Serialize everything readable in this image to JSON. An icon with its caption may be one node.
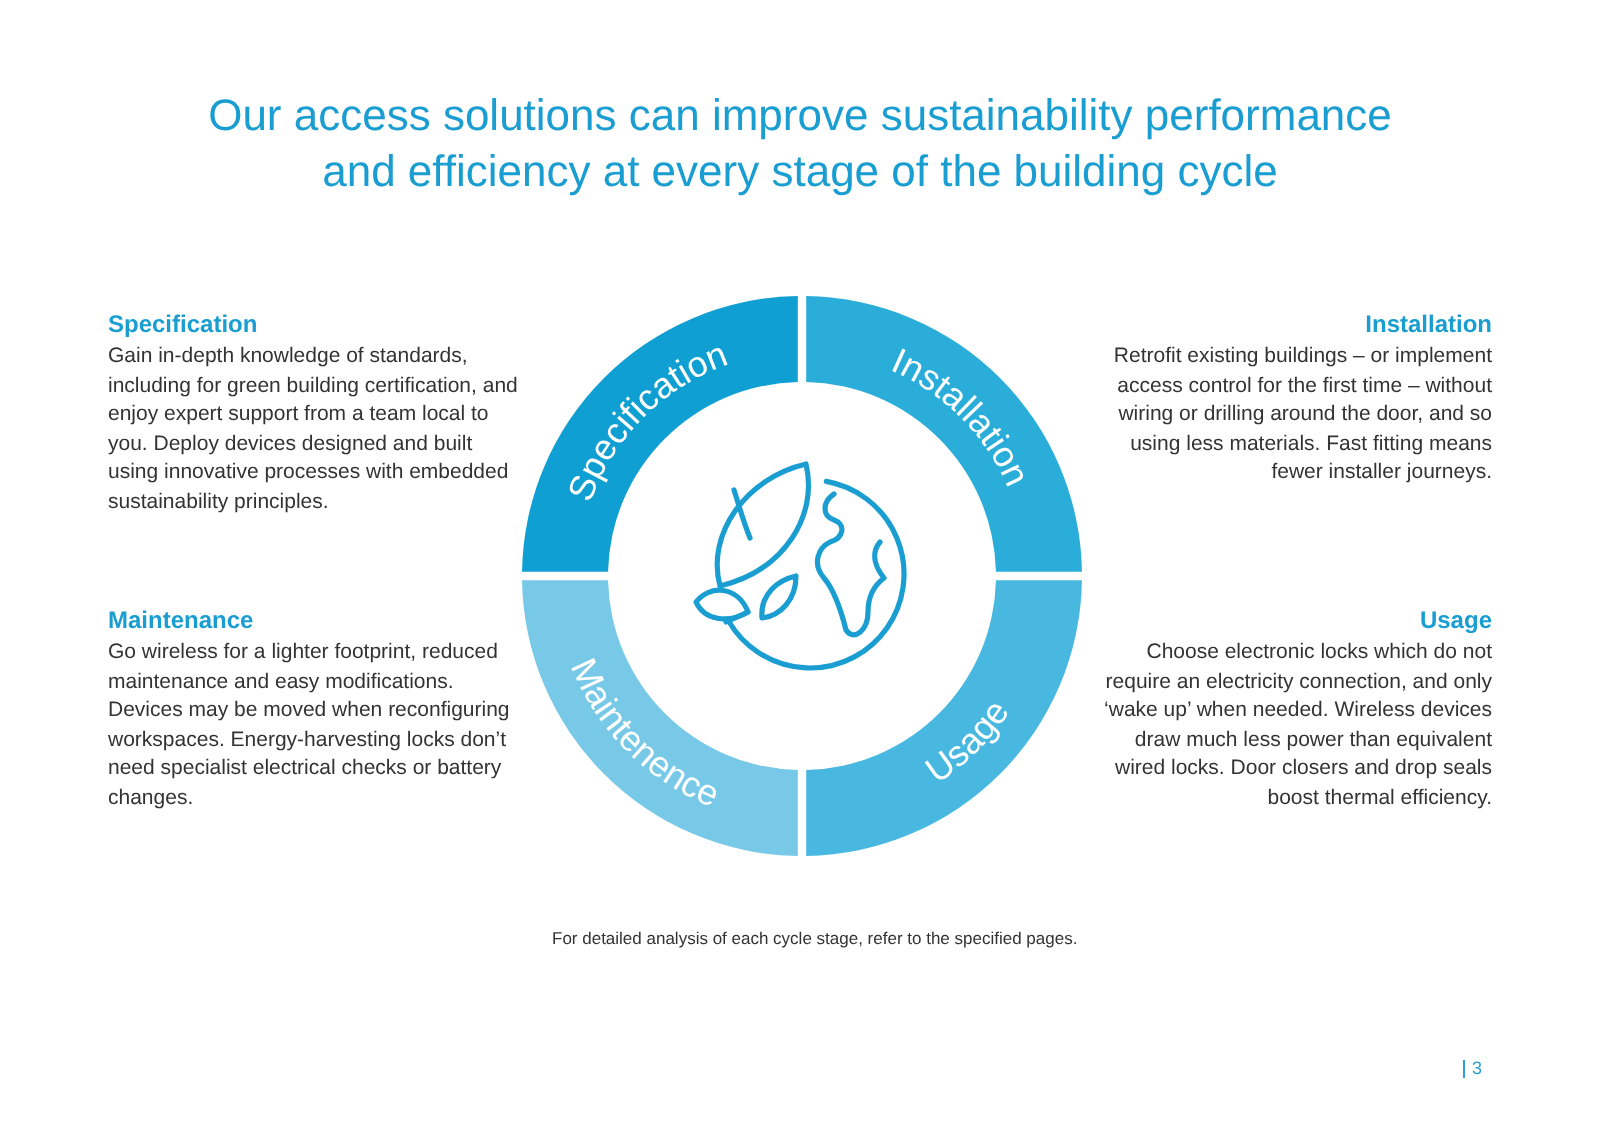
{
  "diagram": {
    "title": "Our access solutions can improve sustainability performance and efficiency at every stage of the building cycle",
    "nodes": [
      {
        "text": [
          "Specification"
        ],
        "beside": [
          "Specification",
          "Gain in-depth knowledge of standards, including for green building certification, and enjoy expert support from a team local to you. Deploy devices designed and built using innovative processes with embedded sustainability principles."
        ]
      },
      {
        "text": [
          "Installation"
        ],
        "beside": [
          "Installation",
          "Retrofit existing buildings – or implement access control for the first time – without wiring or drilling around the door, and so using less materials. Fast fitting means fewer installer journeys."
        ]
      },
      {
        "text": [
          "Maintenence"
        ],
        "beside": [
          "Maintenance",
          "Go wireless for a lighter footprint, reduced maintenance and easy modifications. Devices may be moved when reconfiguring workspaces. Energy-harvesting locks don’t need specialist electrical checks or battery changes."
        ]
      },
      {
        "text": [
          "Usage"
        ],
        "beside": [
          "Usage",
          "Choose electronic locks which do not require an electricity connection, and only ‘wake up’ when needed. Wireless devices draw much less power than equivalent wired locks. Door closers and drop seals boost thermal efficiency."
        ]
      }
    ],
    "labels": [
      "For detailed analysis of each cycle stage, refer to the specified pages.",
      "3"
    ]
  }
}
